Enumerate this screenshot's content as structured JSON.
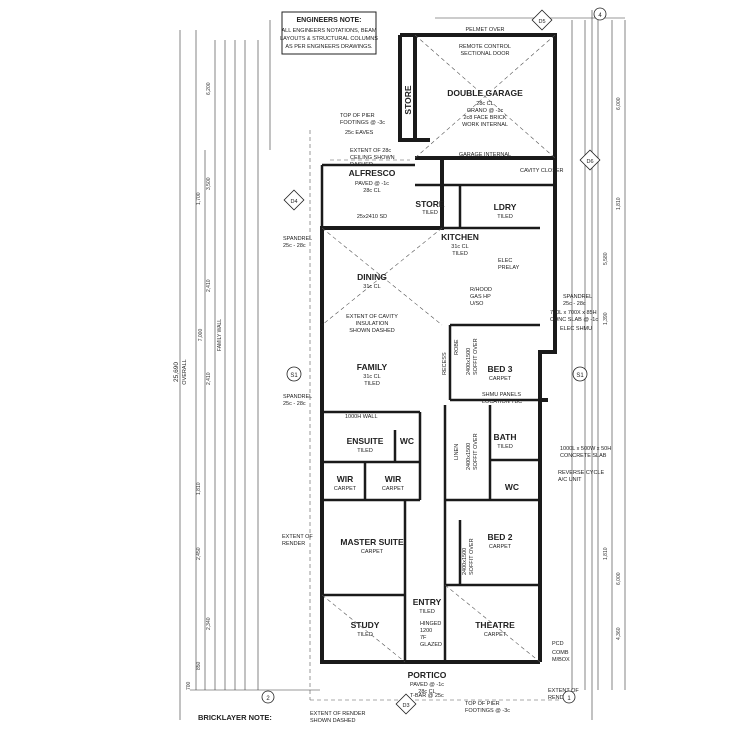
{
  "notes": {
    "engineers_title": "ENGINEERS NOTE:",
    "engineers_lines": [
      "ALL ENGINEERS NOTATIONS, BEAM",
      "LAYOUTS & STRUCTURAL COLUMNS",
      "AS PER ENGINEERS DRAWINGS."
    ],
    "bricklayer": "BRICKLAYER NOTE:"
  },
  "rooms": {
    "garage": {
      "name": "DOUBLE GARAGE",
      "lines": [
        "28c CL",
        "GRANO @ -1c",
        "2c8 FACE BRICK",
        "WORK INTERNAL"
      ]
    },
    "store_top": {
      "name": "STORE"
    },
    "alfresco": {
      "name": "ALFRESCO",
      "lines": [
        "PAVED @ -1c",
        "28c CL"
      ]
    },
    "store2": {
      "name": "STORE",
      "lines": [
        "TILED"
      ]
    },
    "ldry": {
      "name": "LDRY",
      "lines": [
        "TILED"
      ]
    },
    "kitchen": {
      "name": "KITCHEN",
      "lines": [
        "31c CL",
        "TILED"
      ]
    },
    "dining": {
      "name": "DINING",
      "lines": [
        "31c CL"
      ]
    },
    "family": {
      "name": "FAMILY",
      "lines": [
        "31c CL",
        "TILED"
      ]
    },
    "bed3": {
      "name": "BED 3",
      "lines": [
        "CARPET"
      ]
    },
    "ensuite": {
      "name": "ENSUITE",
      "lines": [
        "TILED"
      ]
    },
    "wc1": {
      "name": "WC"
    },
    "bath": {
      "name": "BATH",
      "lines": [
        "TILED"
      ]
    },
    "wc2": {
      "name": "WC"
    },
    "wir1": {
      "name": "WIR",
      "lines": [
        "CARPET"
      ]
    },
    "wir2": {
      "name": "WIR",
      "lines": [
        "CARPET"
      ]
    },
    "master": {
      "name": "MASTER SUITE",
      "lines": [
        "CARPET"
      ]
    },
    "bed2": {
      "name": "BED 2",
      "lines": [
        "CARPET"
      ]
    },
    "entry": {
      "name": "ENTRY",
      "lines": [
        "TILED"
      ]
    },
    "study": {
      "name": "STUDY",
      "lines": [
        "TILED"
      ]
    },
    "theatre": {
      "name": "THEATRE",
      "lines": [
        "CARPET"
      ]
    },
    "portico": {
      "name": "PORTICO",
      "lines": [
        "PAVED @ -1c",
        "28c CL"
      ]
    }
  },
  "annotations": {
    "pelmet": "PELMET OVER",
    "remote": "REMOTE CONTROL",
    "sectional": "SECTIONAL DOOR",
    "garage_internal": "GARAGE INTERNAL",
    "cavity_closer": "CAVITY CLOSER",
    "top_of_pier": [
      "TOP OF PIER",
      "FOOTINGS @ -3c"
    ],
    "eaves": "25c EAVES",
    "ceiling": [
      "EXTENT OF 28c",
      "CEILING SHOWN",
      "DASHED"
    ],
    "cavity_ins": [
      "EXTENT OF CAVITY",
      "INSULATION",
      "SHOWN DASHED"
    ],
    "spandrel": [
      "SPANDREL",
      "25c - 28c"
    ],
    "spandrel_r": [
      "SPANDREL",
      "25c - 28c"
    ],
    "sd": "25x2410 SD",
    "elec_prelay": [
      "ELEC",
      "PRELAY"
    ],
    "rhood": [
      "R/HOOD",
      "GAS HP",
      "U/SO"
    ],
    "slab": [
      "700L x 700X x 85H",
      "CONC SLAB @ -1c"
    ],
    "shmu": "ELEC SHMU",
    "recess": "RECESS",
    "robe": "ROBE",
    "shmu_panels": [
      "SHMU PANELS",
      "LOCATION TBC"
    ],
    "wall1000": "1000H WALL",
    "concrete": [
      "1000L x 500W x 50H",
      "CONCRETE SLAB"
    ],
    "reverse_cycle": [
      "REVERSE CYCLE",
      "A/C UNIT"
    ],
    "extent_render": [
      "EXTENT OF",
      "RENDER"
    ],
    "extent_render_dashed": [
      "EXTENT OF RENDER",
      "SHOWN DASHED"
    ],
    "tbar": "T-BAR @ 25c",
    "pcd": "PCD",
    "comb": [
      "COMB",
      "M/BOX"
    ],
    "hinged": [
      "HINGED",
      "1200",
      "7F",
      "GLAZED"
    ],
    "linen": "LINEN",
    "soffit_a": [
      "2400x1500",
      "SOFFIT OVER"
    ],
    "soffit_b": [
      "2400x1500",
      "SOFFIT OVER"
    ],
    "soffit_c": [
      "2400x1500",
      "SOFFIT OVER"
    ],
    "overall": [
      "25,690",
      "OVERALL"
    ],
    "overall_right": "6,000",
    "family_wall": [
      "7,000",
      "FAMILY WALL"
    ]
  },
  "markers": {
    "s1_left": "S1",
    "s1_right": "S1",
    "d4": "D4",
    "d5": "D5",
    "d6": "D6",
    "d3": "D3",
    "m2": "2",
    "m4": "4",
    "m1": "1"
  },
  "dimensions_left": [
    "6,200",
    "1,700",
    "3,500",
    "2,410",
    "7,000",
    "2,410",
    "1,810",
    "2,450",
    "2,340",
    "850",
    "700"
  ],
  "dimensions_right": [
    "6,000",
    "1,810",
    "5,580",
    "1,390",
    "1,810",
    "6,000",
    "4,360"
  ]
}
